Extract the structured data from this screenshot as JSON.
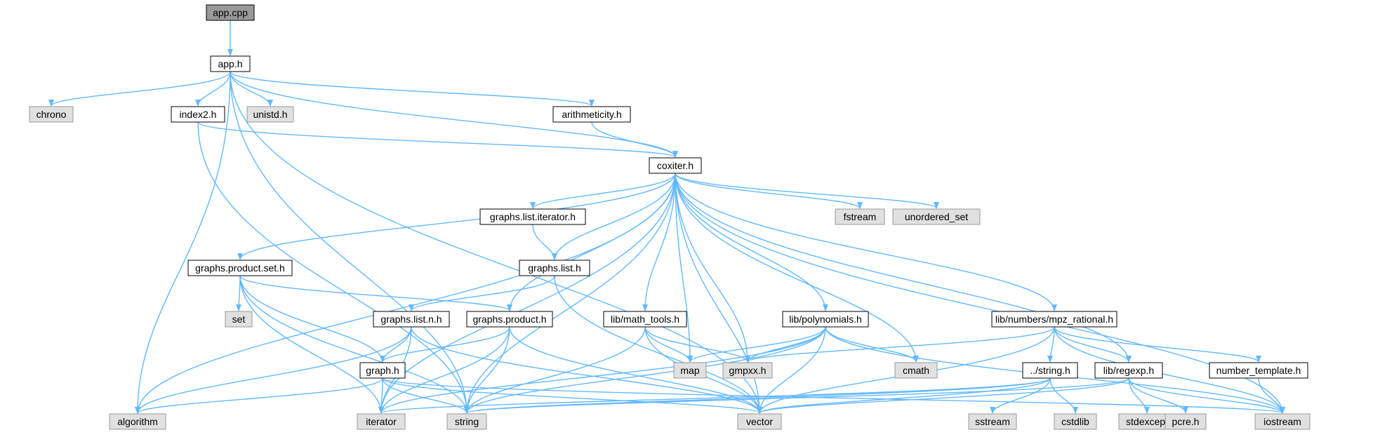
{
  "diagram": {
    "title": "",
    "colors": {
      "edge": "#63b8ff",
      "root_fill": "#999999",
      "local_fill": "#ffffff",
      "system_fill": "#e0e0e0",
      "local_stroke": "#000000",
      "system_stroke": "#999999"
    },
    "nodes": [
      {
        "id": "app_cpp",
        "label": "app.cpp",
        "kind": "root"
      },
      {
        "id": "app_h",
        "label": "app.h",
        "kind": "local"
      },
      {
        "id": "chrono",
        "label": "chrono",
        "kind": "system"
      },
      {
        "id": "index2_h",
        "label": "index2.h",
        "kind": "local"
      },
      {
        "id": "unistd_h",
        "label": "unistd.h",
        "kind": "system"
      },
      {
        "id": "arithmeticity_h",
        "label": "arithmeticity.h",
        "kind": "local"
      },
      {
        "id": "coxiter_h",
        "label": "coxiter.h",
        "kind": "local"
      },
      {
        "id": "graphs_list_iterator_h",
        "label": "graphs.list.iterator.h",
        "kind": "local"
      },
      {
        "id": "fstream",
        "label": "fstream",
        "kind": "system"
      },
      {
        "id": "unordered_set",
        "label": "unordered_set",
        "kind": "system"
      },
      {
        "id": "graphs_product_set_h",
        "label": "graphs.product.set.h",
        "kind": "local"
      },
      {
        "id": "graphs_list_h",
        "label": "graphs.list.h",
        "kind": "local"
      },
      {
        "id": "set",
        "label": "set",
        "kind": "system"
      },
      {
        "id": "graphs_list_n_h",
        "label": "graphs.list.n.h",
        "kind": "local"
      },
      {
        "id": "graphs_product_h",
        "label": "graphs.product.h",
        "kind": "local"
      },
      {
        "id": "lib_math_tools_h",
        "label": "lib/math_tools.h",
        "kind": "local"
      },
      {
        "id": "lib_polynomials_h",
        "label": "lib/polynomials.h",
        "kind": "local"
      },
      {
        "id": "lib_numbers_mpz_rational_h",
        "label": "lib/numbers/mpz_rational.h",
        "kind": "local"
      },
      {
        "id": "graph_h",
        "label": "graph.h",
        "kind": "local"
      },
      {
        "id": "map",
        "label": "map",
        "kind": "system"
      },
      {
        "id": "gmpxx_h",
        "label": "gmpxx.h",
        "kind": "system"
      },
      {
        "id": "cmath",
        "label": "cmath",
        "kind": "system"
      },
      {
        "id": "string_h_rel",
        "label": "../string.h",
        "kind": "local"
      },
      {
        "id": "lib_regexp_h",
        "label": "lib/regexp.h",
        "kind": "local"
      },
      {
        "id": "number_template_h",
        "label": "number_template.h",
        "kind": "local"
      },
      {
        "id": "algorithm",
        "label": "algorithm",
        "kind": "system"
      },
      {
        "id": "iterator",
        "label": "iterator",
        "kind": "system"
      },
      {
        "id": "string",
        "label": "string",
        "kind": "system"
      },
      {
        "id": "vector",
        "label": "vector",
        "kind": "system"
      },
      {
        "id": "sstream",
        "label": "sstream",
        "kind": "system"
      },
      {
        "id": "cstdlib",
        "label": "cstdlib",
        "kind": "system"
      },
      {
        "id": "stdexcept",
        "label": "stdexcept",
        "kind": "system"
      },
      {
        "id": "pcre_h",
        "label": "pcre.h",
        "kind": "system"
      },
      {
        "id": "iostream",
        "label": "iostream",
        "kind": "system"
      }
    ],
    "edges": [
      [
        "app_cpp",
        "app_h"
      ],
      [
        "app_h",
        "chrono"
      ],
      [
        "app_h",
        "index2_h"
      ],
      [
        "app_h",
        "unistd_h"
      ],
      [
        "app_h",
        "arithmeticity_h"
      ],
      [
        "app_h",
        "coxiter_h"
      ],
      [
        "app_h",
        "algorithm"
      ],
      [
        "app_h",
        "string"
      ],
      [
        "app_h",
        "vector"
      ],
      [
        "index2_h",
        "coxiter_h"
      ],
      [
        "index2_h",
        "string"
      ],
      [
        "arithmeticity_h",
        "coxiter_h"
      ],
      [
        "coxiter_h",
        "graphs_list_iterator_h"
      ],
      [
        "coxiter_h",
        "fstream"
      ],
      [
        "coxiter_h",
        "unordered_set"
      ],
      [
        "coxiter_h",
        "graphs_product_set_h"
      ],
      [
        "coxiter_h",
        "graphs_list_h"
      ],
      [
        "coxiter_h",
        "graphs_product_h"
      ],
      [
        "coxiter_h",
        "lib_math_tools_h"
      ],
      [
        "coxiter_h",
        "lib_polynomials_h"
      ],
      [
        "coxiter_h",
        "lib_numbers_mpz_rational_h"
      ],
      [
        "coxiter_h",
        "map"
      ],
      [
        "coxiter_h",
        "gmpxx_h"
      ],
      [
        "coxiter_h",
        "cmath"
      ],
      [
        "coxiter_h",
        "lib_regexp_h"
      ],
      [
        "coxiter_h",
        "algorithm"
      ],
      [
        "coxiter_h",
        "iterator"
      ],
      [
        "coxiter_h",
        "string"
      ],
      [
        "coxiter_h",
        "vector"
      ],
      [
        "coxiter_h",
        "iostream"
      ],
      [
        "graphs_list_iterator_h",
        "graphs_list_h"
      ],
      [
        "graphs_product_set_h",
        "set"
      ],
      [
        "graphs_product_set_h",
        "graphs_product_h"
      ],
      [
        "graphs_product_set_h",
        "graph_h"
      ],
      [
        "graphs_product_set_h",
        "iterator"
      ],
      [
        "graphs_product_set_h",
        "string"
      ],
      [
        "graphs_list_h",
        "graphs_list_n_h"
      ],
      [
        "graphs_list_h",
        "vector"
      ],
      [
        "graphs_list_n_h",
        "graph_h"
      ],
      [
        "graphs_list_n_h",
        "algorithm"
      ],
      [
        "graphs_list_n_h",
        "iterator"
      ],
      [
        "graphs_list_n_h",
        "vector"
      ],
      [
        "graphs_product_h",
        "graph_h"
      ],
      [
        "graphs_product_h",
        "iterator"
      ],
      [
        "graphs_product_h",
        "string"
      ],
      [
        "graphs_product_h",
        "vector"
      ],
      [
        "graph_h",
        "algorithm"
      ],
      [
        "graph_h",
        "iterator"
      ],
      [
        "graph_h",
        "string"
      ],
      [
        "graph_h",
        "vector"
      ],
      [
        "graph_h",
        "iostream"
      ],
      [
        "lib_math_tools_h",
        "map"
      ],
      [
        "lib_math_tools_h",
        "gmpxx_h"
      ],
      [
        "lib_math_tools_h",
        "string"
      ],
      [
        "lib_math_tools_h",
        "vector"
      ],
      [
        "lib_polynomials_h",
        "map"
      ],
      [
        "lib_polynomials_h",
        "gmpxx_h"
      ],
      [
        "lib_polynomials_h",
        "cmath"
      ],
      [
        "lib_polynomials_h",
        "iterator"
      ],
      [
        "lib_polynomials_h",
        "string"
      ],
      [
        "lib_polynomials_h",
        "vector"
      ],
      [
        "lib_polynomials_h",
        "iostream"
      ],
      [
        "lib_numbers_mpz_rational_h",
        "gmpxx_h"
      ],
      [
        "lib_numbers_mpz_rational_h",
        "string_h_rel"
      ],
      [
        "lib_numbers_mpz_rational_h",
        "lib_regexp_h"
      ],
      [
        "lib_numbers_mpz_rational_h",
        "number_template_h"
      ],
      [
        "lib_numbers_mpz_rational_h",
        "vector"
      ],
      [
        "lib_numbers_mpz_rational_h",
        "iostream"
      ],
      [
        "string_h_rel",
        "iterator"
      ],
      [
        "string_h_rel",
        "string"
      ],
      [
        "string_h_rel",
        "vector"
      ],
      [
        "string_h_rel",
        "sstream"
      ],
      [
        "string_h_rel",
        "cstdlib"
      ],
      [
        "lib_regexp_h",
        "string"
      ],
      [
        "lib_regexp_h",
        "vector"
      ],
      [
        "lib_regexp_h",
        "stdexcept"
      ],
      [
        "lib_regexp_h",
        "pcre_h"
      ],
      [
        "lib_regexp_h",
        "iostream"
      ],
      [
        "number_template_h",
        "iostream"
      ]
    ]
  }
}
